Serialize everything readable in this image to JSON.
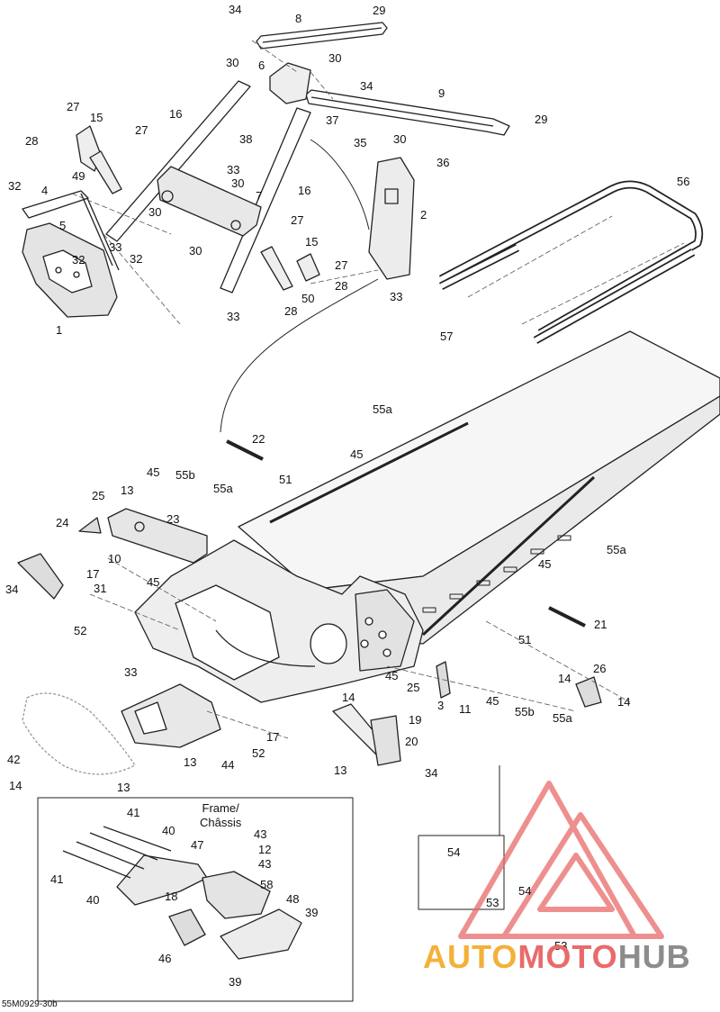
{
  "figure_code": "55M0929-30b",
  "inset_label_line1": "Frame/",
  "inset_label_line2": "Châssis",
  "watermark": {
    "part1": "AUTO",
    "part2": "MOTO",
    "part3": "HUB"
  },
  "callouts": [
    {
      "id": "c34a",
      "text": "34"
    },
    {
      "id": "c8",
      "text": "8"
    },
    {
      "id": "c29a",
      "text": "29"
    },
    {
      "id": "c30a",
      "text": "30"
    },
    {
      "id": "c6",
      "text": "6"
    },
    {
      "id": "c30b",
      "text": "30"
    },
    {
      "id": "c34b",
      "text": "34"
    },
    {
      "id": "c9",
      "text": "9"
    },
    {
      "id": "c29b",
      "text": "29"
    },
    {
      "id": "c27a",
      "text": "27"
    },
    {
      "id": "c15a",
      "text": "15"
    },
    {
      "id": "c16a",
      "text": "16"
    },
    {
      "id": "c37",
      "text": "37"
    },
    {
      "id": "c27b",
      "text": "27"
    },
    {
      "id": "c28a",
      "text": "28"
    },
    {
      "id": "c38",
      "text": "38"
    },
    {
      "id": "c35",
      "text": "35"
    },
    {
      "id": "c30c",
      "text": "30"
    },
    {
      "id": "c36",
      "text": "36"
    },
    {
      "id": "c33a",
      "text": "33"
    },
    {
      "id": "c49",
      "text": "49"
    },
    {
      "id": "c32a",
      "text": "32"
    },
    {
      "id": "c4",
      "text": "4"
    },
    {
      "id": "c30d",
      "text": "30"
    },
    {
      "id": "c16b",
      "text": "16"
    },
    {
      "id": "c7",
      "text": "7"
    },
    {
      "id": "c30e",
      "text": "30"
    },
    {
      "id": "c5",
      "text": "5"
    },
    {
      "id": "c2",
      "text": "2"
    },
    {
      "id": "c56",
      "text": "56"
    },
    {
      "id": "c27c",
      "text": "27"
    },
    {
      "id": "c30f",
      "text": "30"
    },
    {
      "id": "c33b",
      "text": "33"
    },
    {
      "id": "c15b",
      "text": "15"
    },
    {
      "id": "c32b",
      "text": "32"
    },
    {
      "id": "c32c",
      "text": "32"
    },
    {
      "id": "c27d",
      "text": "27"
    },
    {
      "id": "c28b",
      "text": "28"
    },
    {
      "id": "c33c",
      "text": "33"
    },
    {
      "id": "c50",
      "text": "50"
    },
    {
      "id": "c28c",
      "text": "28"
    },
    {
      "id": "c1",
      "text": "1"
    },
    {
      "id": "c33d",
      "text": "33"
    },
    {
      "id": "c57",
      "text": "57"
    },
    {
      "id": "c55a1",
      "text": "55a"
    },
    {
      "id": "c22",
      "text": "22"
    },
    {
      "id": "c45a",
      "text": "45"
    },
    {
      "id": "c45b",
      "text": "45"
    },
    {
      "id": "c55b1",
      "text": "55b"
    },
    {
      "id": "c51a",
      "text": "51"
    },
    {
      "id": "c55a2",
      "text": "55a"
    },
    {
      "id": "c25a",
      "text": "25"
    },
    {
      "id": "c13a",
      "text": "13"
    },
    {
      "id": "c23",
      "text": "23"
    },
    {
      "id": "c24",
      "text": "24"
    },
    {
      "id": "c10",
      "text": "10"
    },
    {
      "id": "c55a3",
      "text": "55a"
    },
    {
      "id": "c45c",
      "text": "45"
    },
    {
      "id": "c17a",
      "text": "17"
    },
    {
      "id": "c31",
      "text": "31"
    },
    {
      "id": "c34c",
      "text": "34"
    },
    {
      "id": "c45d",
      "text": "45"
    },
    {
      "id": "c52a",
      "text": "52"
    },
    {
      "id": "c21",
      "text": "21"
    },
    {
      "id": "c51b",
      "text": "51"
    },
    {
      "id": "c33e",
      "text": "33"
    },
    {
      "id": "c26",
      "text": "26"
    },
    {
      "id": "c45e",
      "text": "45"
    },
    {
      "id": "c25b",
      "text": "25"
    },
    {
      "id": "c3",
      "text": "3"
    },
    {
      "id": "c11",
      "text": "11"
    },
    {
      "id": "c45f",
      "text": "45"
    },
    {
      "id": "c55b2",
      "text": "55b"
    },
    {
      "id": "c55a4",
      "text": "55a"
    },
    {
      "id": "c14a",
      "text": "14"
    },
    {
      "id": "c14b",
      "text": "14"
    },
    {
      "id": "c14c",
      "text": "14"
    },
    {
      "id": "c19",
      "text": "19"
    },
    {
      "id": "c17b",
      "text": "17"
    },
    {
      "id": "c42",
      "text": "42"
    },
    {
      "id": "c52b",
      "text": "52"
    },
    {
      "id": "c20",
      "text": "20"
    },
    {
      "id": "c13b",
      "text": "13"
    },
    {
      "id": "c44",
      "text": "44"
    },
    {
      "id": "c13c",
      "text": "13"
    },
    {
      "id": "c34d",
      "text": "34"
    },
    {
      "id": "c14d",
      "text": "14"
    },
    {
      "id": "c13d",
      "text": "13"
    },
    {
      "id": "c41a",
      "text": "41"
    },
    {
      "id": "c43a",
      "text": "43"
    },
    {
      "id": "c40a",
      "text": "40"
    },
    {
      "id": "c47",
      "text": "47"
    },
    {
      "id": "c12",
      "text": "12"
    },
    {
      "id": "c43b",
      "text": "43"
    },
    {
      "id": "c54a",
      "text": "54"
    },
    {
      "id": "c41b",
      "text": "41"
    },
    {
      "id": "c58",
      "text": "58"
    },
    {
      "id": "c40b",
      "text": "40"
    },
    {
      "id": "c18",
      "text": "18"
    },
    {
      "id": "c48",
      "text": "48"
    },
    {
      "id": "c54b",
      "text": "54"
    },
    {
      "id": "c53a",
      "text": "53"
    },
    {
      "id": "c39a",
      "text": "39"
    },
    {
      "id": "c53b",
      "text": "53"
    },
    {
      "id": "c46",
      "text": "46"
    },
    {
      "id": "c39b",
      "text": "39"
    }
  ]
}
